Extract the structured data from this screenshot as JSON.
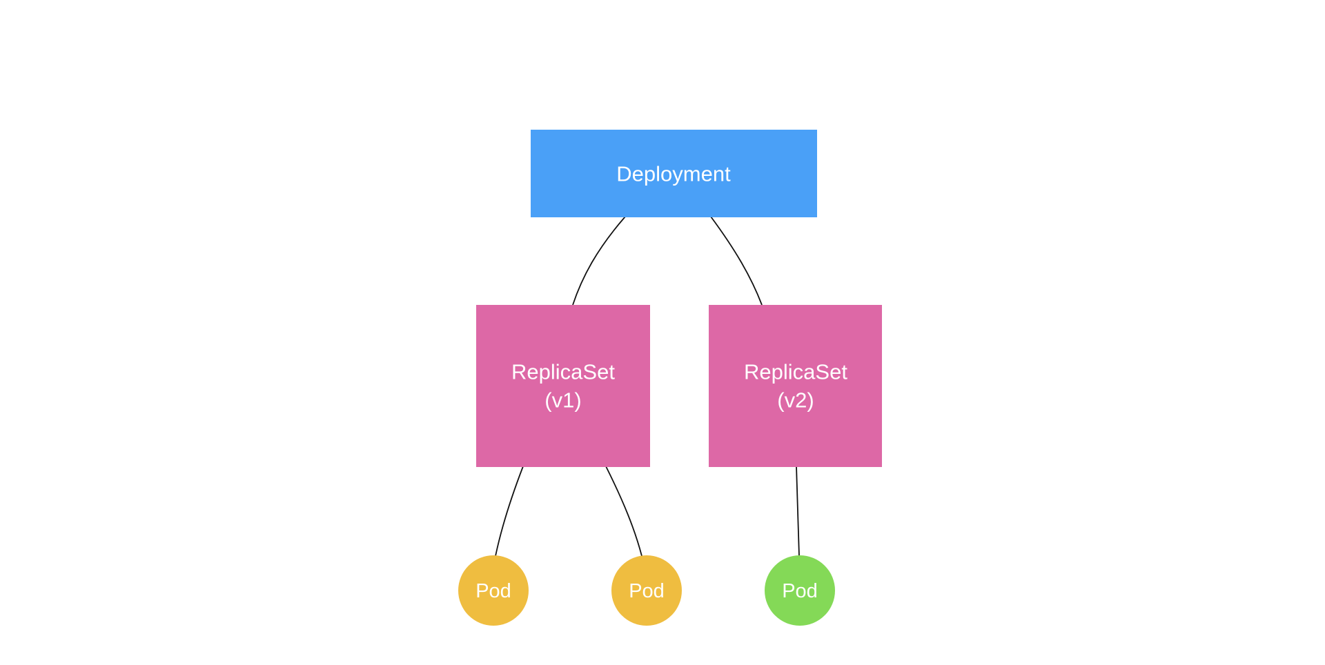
{
  "colors": {
    "background": "#ffffff",
    "deployment": "#4aa0f7",
    "replicaset": "#dd68a6",
    "pod_v1": "#efbd40",
    "pod_v2": "#84d957",
    "edge": "#111111",
    "text": "#ffffff"
  },
  "deployment": {
    "label": "Deployment"
  },
  "replicasets": [
    {
      "name": "ReplicaSet",
      "version": "(v1)"
    },
    {
      "name": "ReplicaSet",
      "version": "(v2)"
    }
  ],
  "pods": [
    {
      "label": "Pod",
      "version": "v1"
    },
    {
      "label": "Pod",
      "version": "v1"
    },
    {
      "label": "Pod",
      "version": "v2"
    }
  ]
}
